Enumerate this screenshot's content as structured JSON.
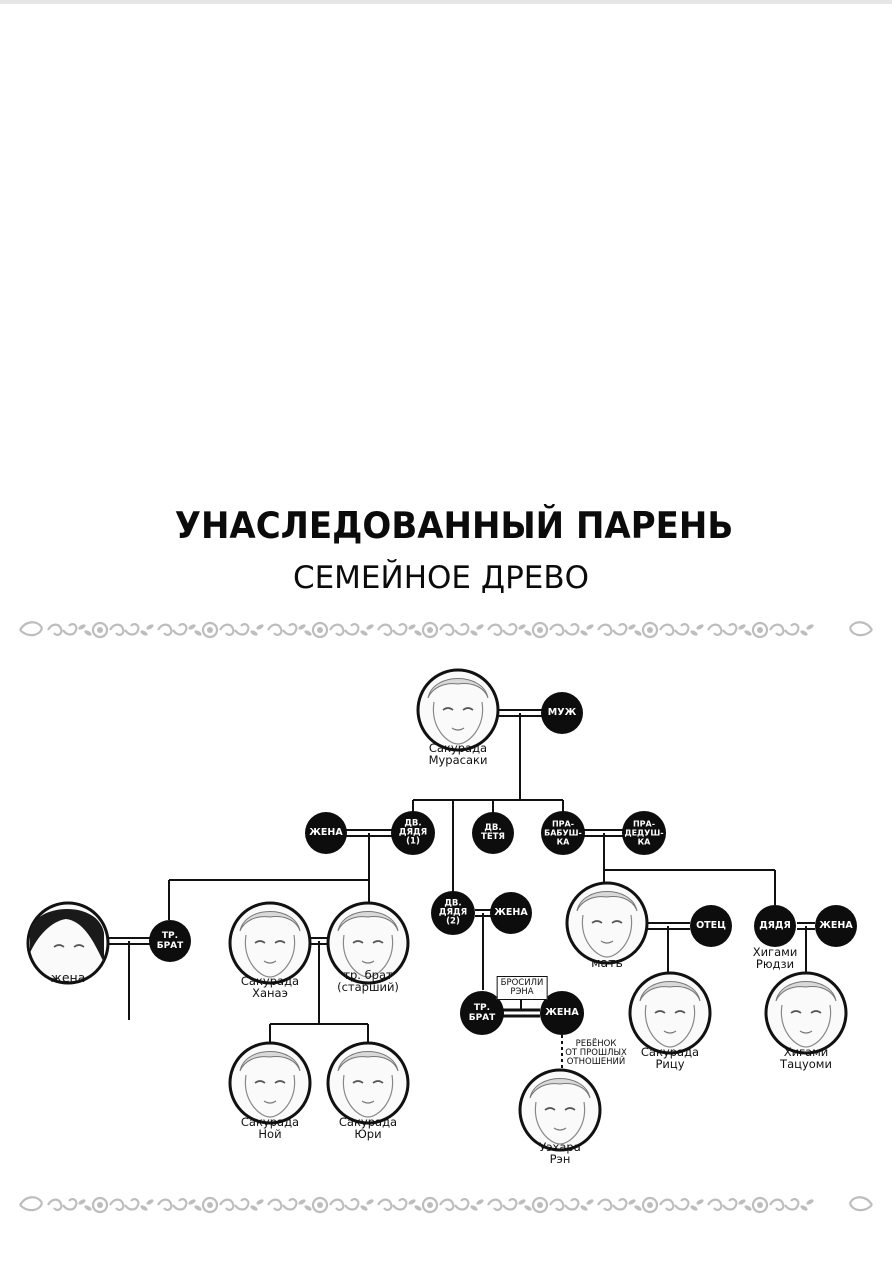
{
  "title": "УНАСЛЕДОВАННЫЙ ПАРЕНЬ",
  "subtitle": "СЕМЕЙНОЕ ДРЕВО",
  "colors": {
    "node_fill": "#0d0d0d",
    "portrait_stroke": "#111111",
    "line": "#111111",
    "ornament": "#bdbdbd"
  },
  "people": {
    "murasaki": "Сакурада\nМурасаки",
    "wife_left": "жена",
    "hanae": "Сакурада\nХанаэ",
    "elder_cousin": "тр. брат\n(старший)",
    "noi": "Сакурада\nНой",
    "yuri": "Сакурада\nЮри",
    "mother": "мать",
    "ritsu": "Сакурада\nРицу",
    "tatsuomi": "Хигами\nТацуоми",
    "ren": "Уэхара\nРэн"
  },
  "nodes": {
    "husband": "МУЖ",
    "wife1": "ЖЕНА",
    "uncle1": "ДВ.\nДЯДЯ\n(1)",
    "aunt": "ДВ.\nТЕТЯ",
    "great_grandmother": "ПРА-\nБАБУШ-\nКА",
    "great_grandfather": "ПРА-\nДЕДУШ-\nКА",
    "cousin_left": "ТР.\nБРАТ",
    "uncle2": "ДВ.\nДЯДЯ\n(2)",
    "wife2": "ЖЕНА",
    "father": "ОТЕЦ",
    "uncle": "ДЯДЯ",
    "wife3": "ЖЕНА",
    "cousin_mid": "ТР.\nБРАТ",
    "wife4": "ЖЕНА"
  },
  "uncle_name": "Хигами\nРюдзи",
  "abandoned_note": "БРОСИЛИ\nРЭНА",
  "child_note": "РЕБЁНОК\nОТ ПРОШЛЫХ\nОТНОШЕНИЙ"
}
